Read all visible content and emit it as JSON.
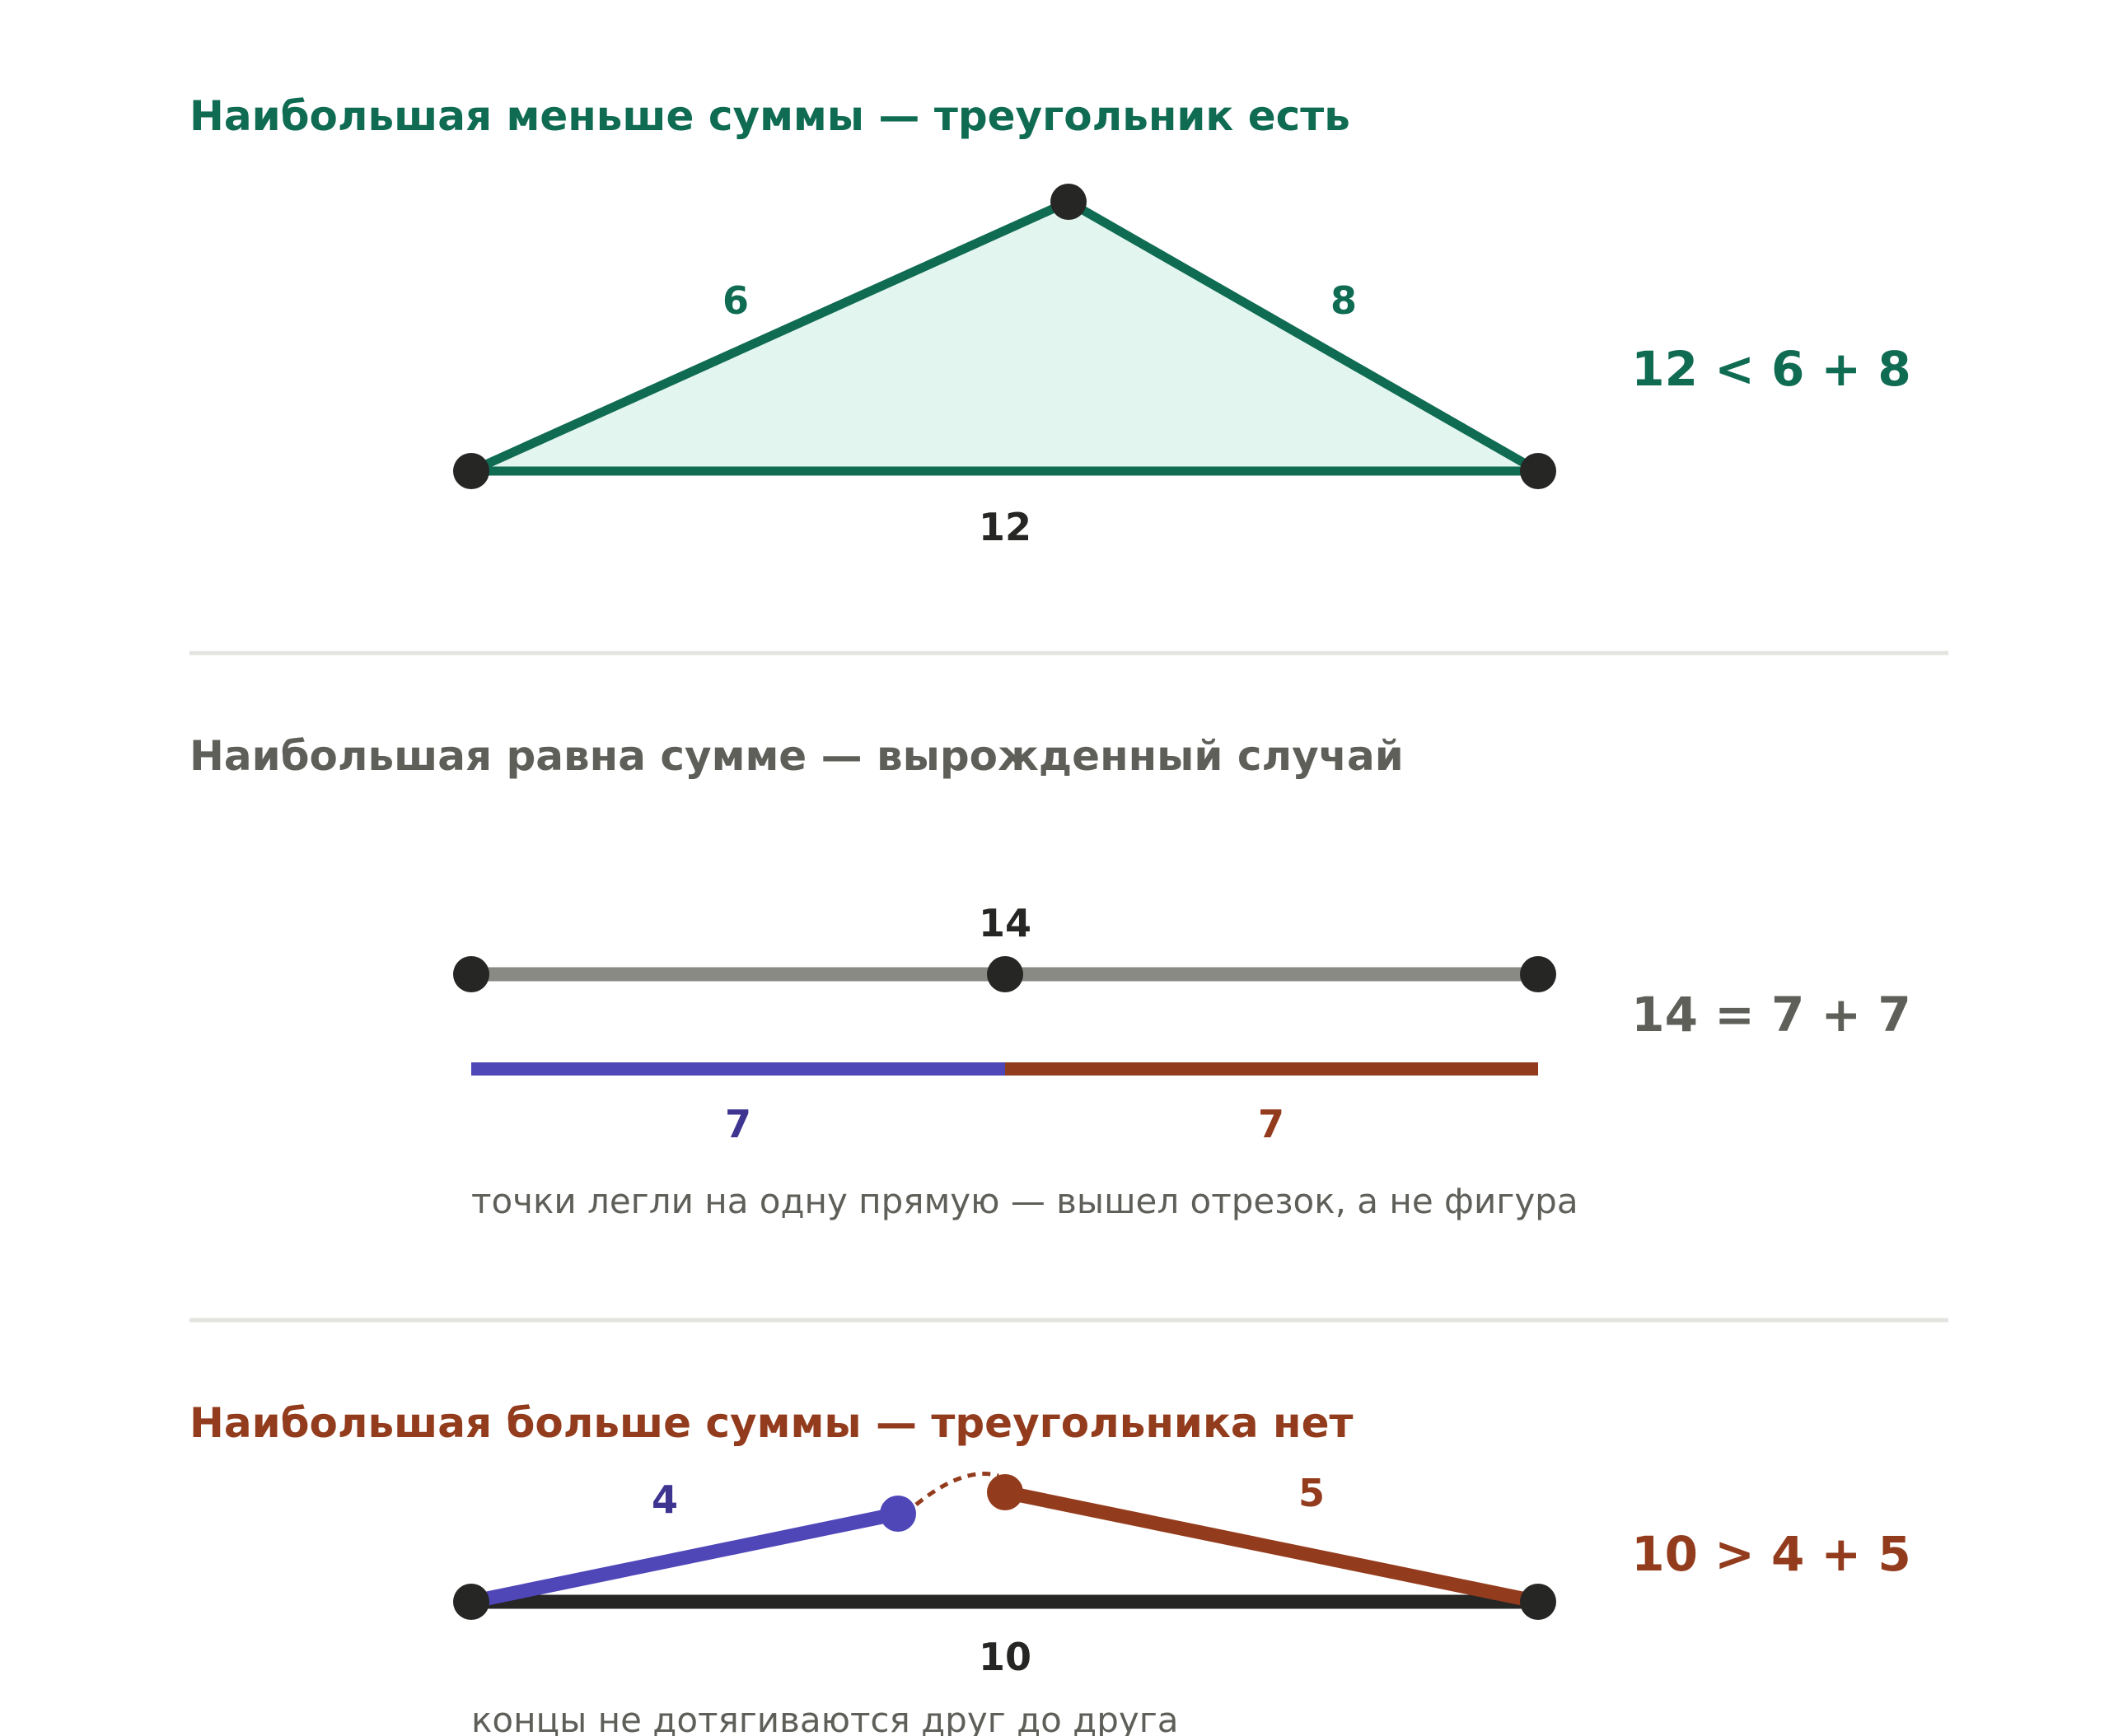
{
  "colors": {
    "green": "#0f6b52",
    "green_fill": "#e2f5ee",
    "gray_text": "#5f5f5a",
    "gray_line": "#8a8a84",
    "purple": "#4f46b8",
    "rust": "#933c1d",
    "dark": "#262624",
    "divider": "#e3e3df"
  },
  "section_1": {
    "title": "Наибольшая меньше суммы — треугольник есть",
    "side_left": "6",
    "side_right": "8",
    "side_base": "12",
    "formula": "12 < 6 + 8"
  },
  "section_2": {
    "title": "Наибольшая равна сумме — вырожденный случай",
    "top_length": "14",
    "part_left": "7",
    "part_right": "7",
    "formula": "14 = 7 + 7",
    "note": "точки легли на одну прямую — вышел отрезок, а не фигура"
  },
  "section_3": {
    "title": "Наибольшая больше суммы — треугольника нет",
    "side_left": "4",
    "side_right": "5",
    "side_base": "10",
    "formula": "10 > 4 + 5",
    "note": "концы не дотягиваются друг до друга"
  }
}
